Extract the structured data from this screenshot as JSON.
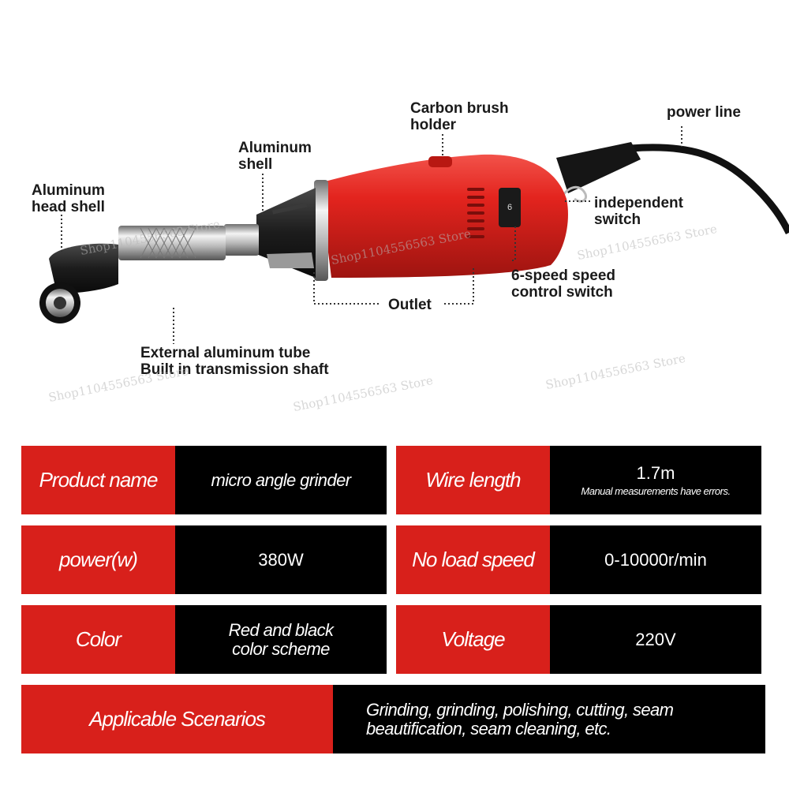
{
  "callouts": {
    "carbon_brush": "Carbon brush\nholder",
    "power_line": "power line",
    "aluminum_shell": "Aluminum\nshell",
    "aluminum_head": "Aluminum\nhead shell",
    "independent_switch": "independent\nswitch",
    "speed_switch": "6-speed speed\ncontrol switch",
    "outlet": "Outlet",
    "tube": "External aluminum tube\nBuilt in transmission shaft"
  },
  "dial_number": "6",
  "watermark": "Shop1104556563 Store",
  "specs": [
    {
      "label": "Product name",
      "value": "micro angle grinder"
    },
    {
      "label": "Wire length",
      "value": "1.7m",
      "note": "Manual measurements have errors."
    },
    {
      "label": "power(w)",
      "value": "380W"
    },
    {
      "label": "No load speed",
      "value": "0-10000r/min"
    },
    {
      "label": "Color",
      "value": "Red and black\ncolor scheme"
    },
    {
      "label": "Voltage",
      "value": "220V"
    },
    {
      "label": "Applicable Scenarios",
      "value": "Grinding, grinding, polishing, cutting, seam\nbeautification, seam cleaning, etc."
    }
  ],
  "colors": {
    "label_bg": "#d8201b",
    "value_bg": "#000000",
    "tool_body": "#e3241e"
  }
}
